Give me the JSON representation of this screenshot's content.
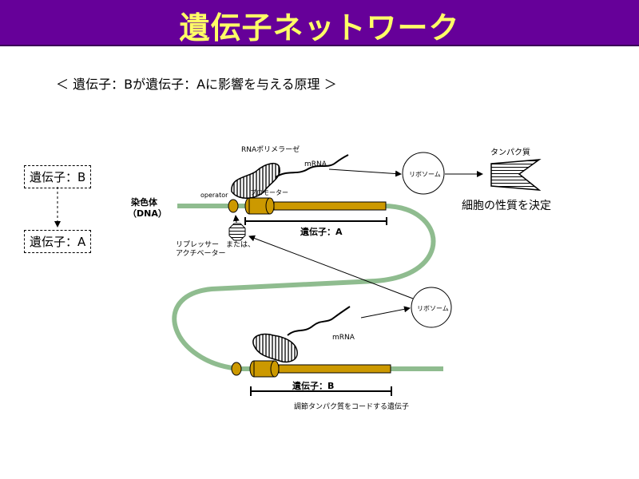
{
  "title": "遺伝子ネットワーク",
  "subtitle": "＜ 遺伝子：Bが遺伝子：Aに影響を与える原理 ＞",
  "left_boxes": {
    "gene_b": "遺伝子：B",
    "gene_a": "遺伝子：A"
  },
  "labels": {
    "rna_polymerase": "RNAポリメラーゼ",
    "mrna_top": "mRNA",
    "ribosome_top": "リボソーム",
    "protein": "タンパク質",
    "cell_property": "細胞の性質を決定",
    "chromosome": "染色体",
    "dna": "（DNA）",
    "operator": "operator",
    "promoter": "プロモーター",
    "gene_a": "遺伝子：A",
    "repressor_line1": "リプレッサー　または、",
    "repressor_line2": "アクチベーター",
    "ribosome_bottom": "リボソーム",
    "mrna_bottom": "mRNA",
    "gene_b": "遺伝子：B",
    "regulatory": "調節タンパク質をコードする遺伝子"
  },
  "colors": {
    "title_bg": "#660099",
    "title_text": "#ffff66",
    "dna": "#8fbc8f",
    "gene": "#cc9900"
  }
}
